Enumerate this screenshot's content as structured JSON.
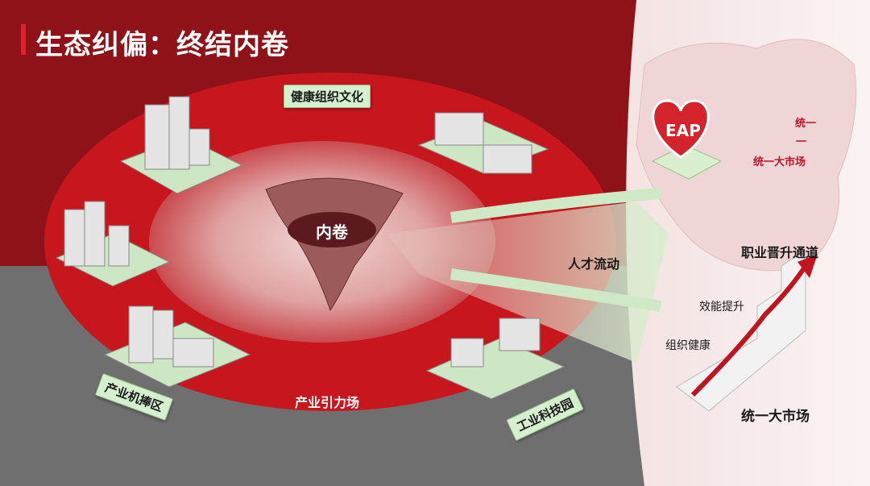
{
  "title": "生态纠偏：终结内卷",
  "ring": {
    "top_label": "健康组织文化",
    "center_label": "内卷",
    "bottom_label": "产业引力场",
    "left_zone": "产业机捧区",
    "right_zone": "工业科技园"
  },
  "flow": {
    "label": "人才流动"
  },
  "right_panel": {
    "eap_badge": "EAP",
    "map_label_top": "统一",
    "map_label_mid": "一",
    "map_label_market": "统一大市场",
    "career_title": "职业晋升通道",
    "step_upper": "效能提升",
    "step_lower": "组织健康",
    "bottom_label": "统一大市场"
  },
  "colors": {
    "dark_red": "#8f1218",
    "ring_red": "#c8161e",
    "gray": "#6e6e6e",
    "tag_green": "#d6efcf",
    "arrow_green": "#cfe8c6"
  }
}
